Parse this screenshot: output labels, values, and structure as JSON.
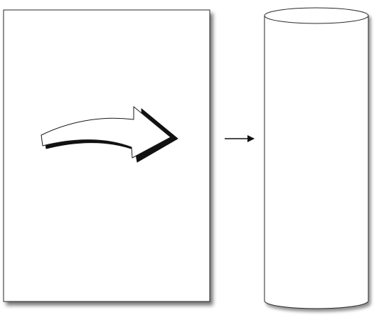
{
  "diagram": {
    "nodes": [
      {
        "id": "page",
        "shape": "sheet",
        "contains": "curved-arrow"
      },
      {
        "id": "cylinder",
        "shape": "cylinder"
      }
    ],
    "edges": [
      {
        "from": "page",
        "to": "cylinder",
        "style": "straight-arrow"
      }
    ],
    "icons": {
      "page_content": "curved-arrow-icon",
      "connector": "right-arrow"
    },
    "colors": {
      "background": "#ffffff",
      "outline": "#1a1a1a",
      "fill": "#ffffff",
      "shadow": "#000000",
      "connector": "#111111"
    }
  }
}
